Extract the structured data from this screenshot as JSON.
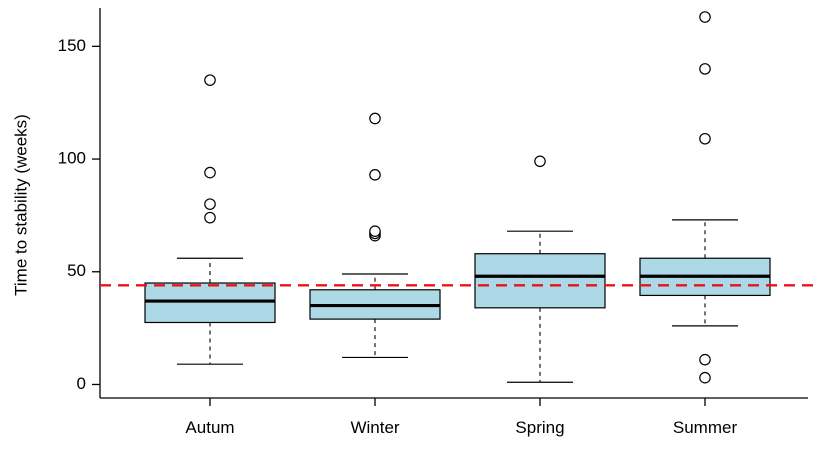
{
  "chart_data": {
    "type": "boxplot",
    "title": "",
    "xlabel": "",
    "ylabel": "Time to stability (weeks)",
    "ylim": [
      -6,
      167
    ],
    "yticks": [
      0,
      50,
      100,
      150
    ],
    "grid": false,
    "categories": [
      "Autum",
      "Winter",
      "Spring",
      "Summer"
    ],
    "boxes": [
      {
        "category": "Autum",
        "whisker_low": 9,
        "q1": 27.5,
        "median": 37,
        "q3": 45,
        "whisker_high": 56,
        "outliers": [
          74,
          80,
          94,
          135
        ]
      },
      {
        "category": "Winter",
        "whisker_low": 12,
        "q1": 29,
        "median": 35,
        "q3": 42,
        "whisker_high": 49,
        "outliers": [
          66,
          67,
          68,
          93,
          118
        ]
      },
      {
        "category": "Spring",
        "whisker_low": 1,
        "q1": 34,
        "median": 48,
        "q3": 58,
        "whisker_high": 68,
        "outliers": [
          99
        ]
      },
      {
        "category": "Summer",
        "whisker_low": 26,
        "q1": 39.5,
        "median": 48,
        "q3": 56,
        "whisker_high": 73,
        "outliers": [
          3,
          11,
          109,
          140,
          163
        ]
      }
    ],
    "reference_line": {
      "value": 44,
      "style": "dashed",
      "color": "#e8141c"
    },
    "colors": {
      "box_fill": "#add8e6",
      "box_stroke": "#000000",
      "median": "#000000"
    }
  }
}
